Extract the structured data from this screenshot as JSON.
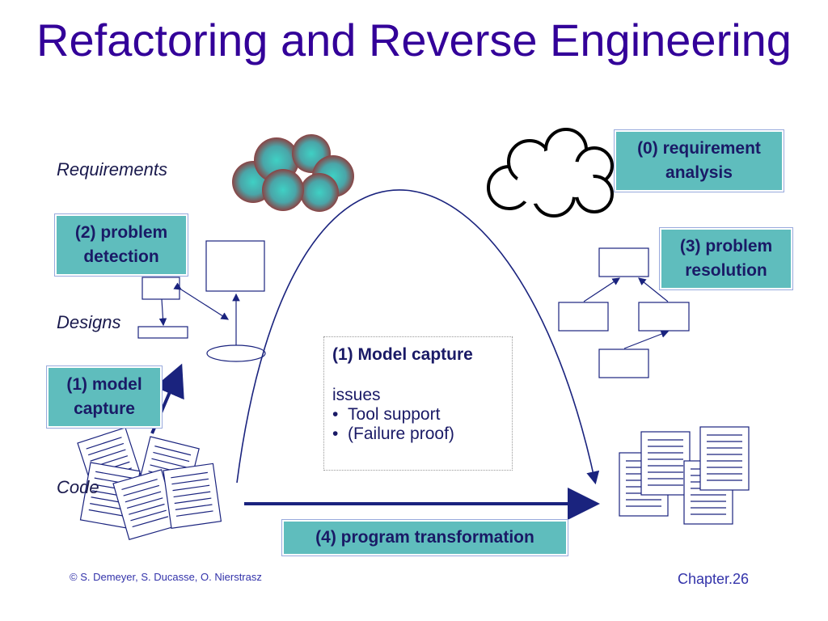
{
  "title": "Refactoring and Reverse Engineering",
  "levels": {
    "requirements": "Requirements",
    "designs": "Designs",
    "code": "Code"
  },
  "labels": {
    "req_analysis": [
      "(0) requirement",
      "analysis"
    ],
    "problem_detection": [
      "(2) problem",
      "detection"
    ],
    "problem_resolution": [
      "(3) problem",
      "resolution"
    ],
    "model_capture": [
      "(1) model",
      "capture"
    ],
    "program_transformation": "(4) program transformation"
  },
  "notes": {
    "heading": "(1) Model capture",
    "subheading": "issues",
    "items": [
      "Tool support",
      "(Failure proof)"
    ]
  },
  "footer": {
    "copyright": "© S. Demeyer, S. Ducasse, O. Nierstrasz",
    "page": "Chapter.26"
  },
  "colors": {
    "title": "#330099",
    "tag_fill": "#5fbdbd",
    "arrow": "#1a237e",
    "cloud_red": "#9b2a2a",
    "cloud_teal": "#3fb6b0"
  }
}
